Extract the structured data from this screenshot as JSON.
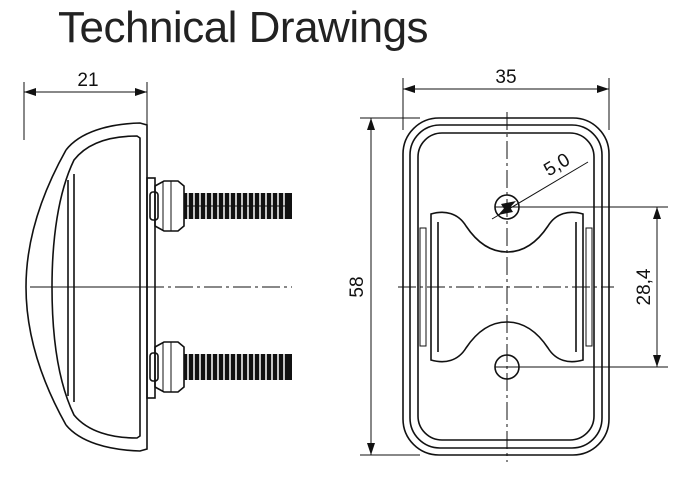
{
  "title": "Technical Drawings",
  "colors": {
    "line": "#111111",
    "title": "#222222",
    "background": "#ffffff"
  },
  "dimensions": {
    "side_depth": "21",
    "front_width": "35",
    "front_height": "58",
    "hole_spacing": "28,4",
    "hole_diameter": "5,0"
  }
}
